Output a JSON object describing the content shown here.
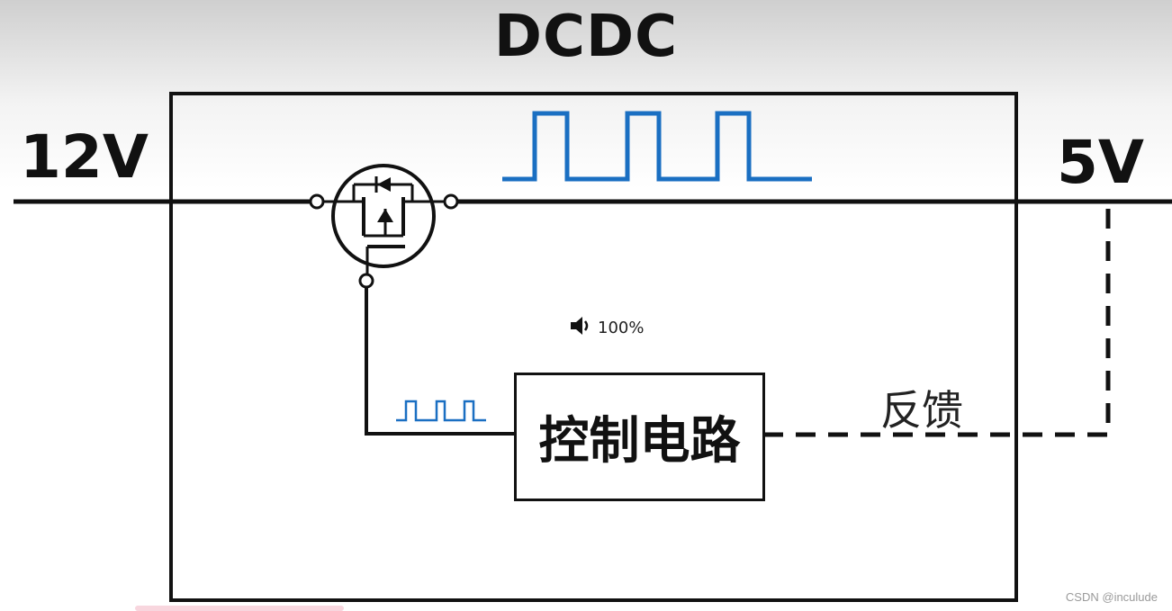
{
  "diagram": {
    "title": "DCDC",
    "input_label": "12V",
    "output_label": "5V",
    "control_block_label": "控制电路",
    "feedback_label": "反馈"
  },
  "overlay": {
    "volume_percent": "100%",
    "watermark": "CSDN @inculude"
  },
  "colors": {
    "line": "#111111",
    "pwm_signal": "#1a6fc2"
  },
  "icons": {
    "volume": "speaker-icon",
    "switch": "mosfet-icon"
  }
}
